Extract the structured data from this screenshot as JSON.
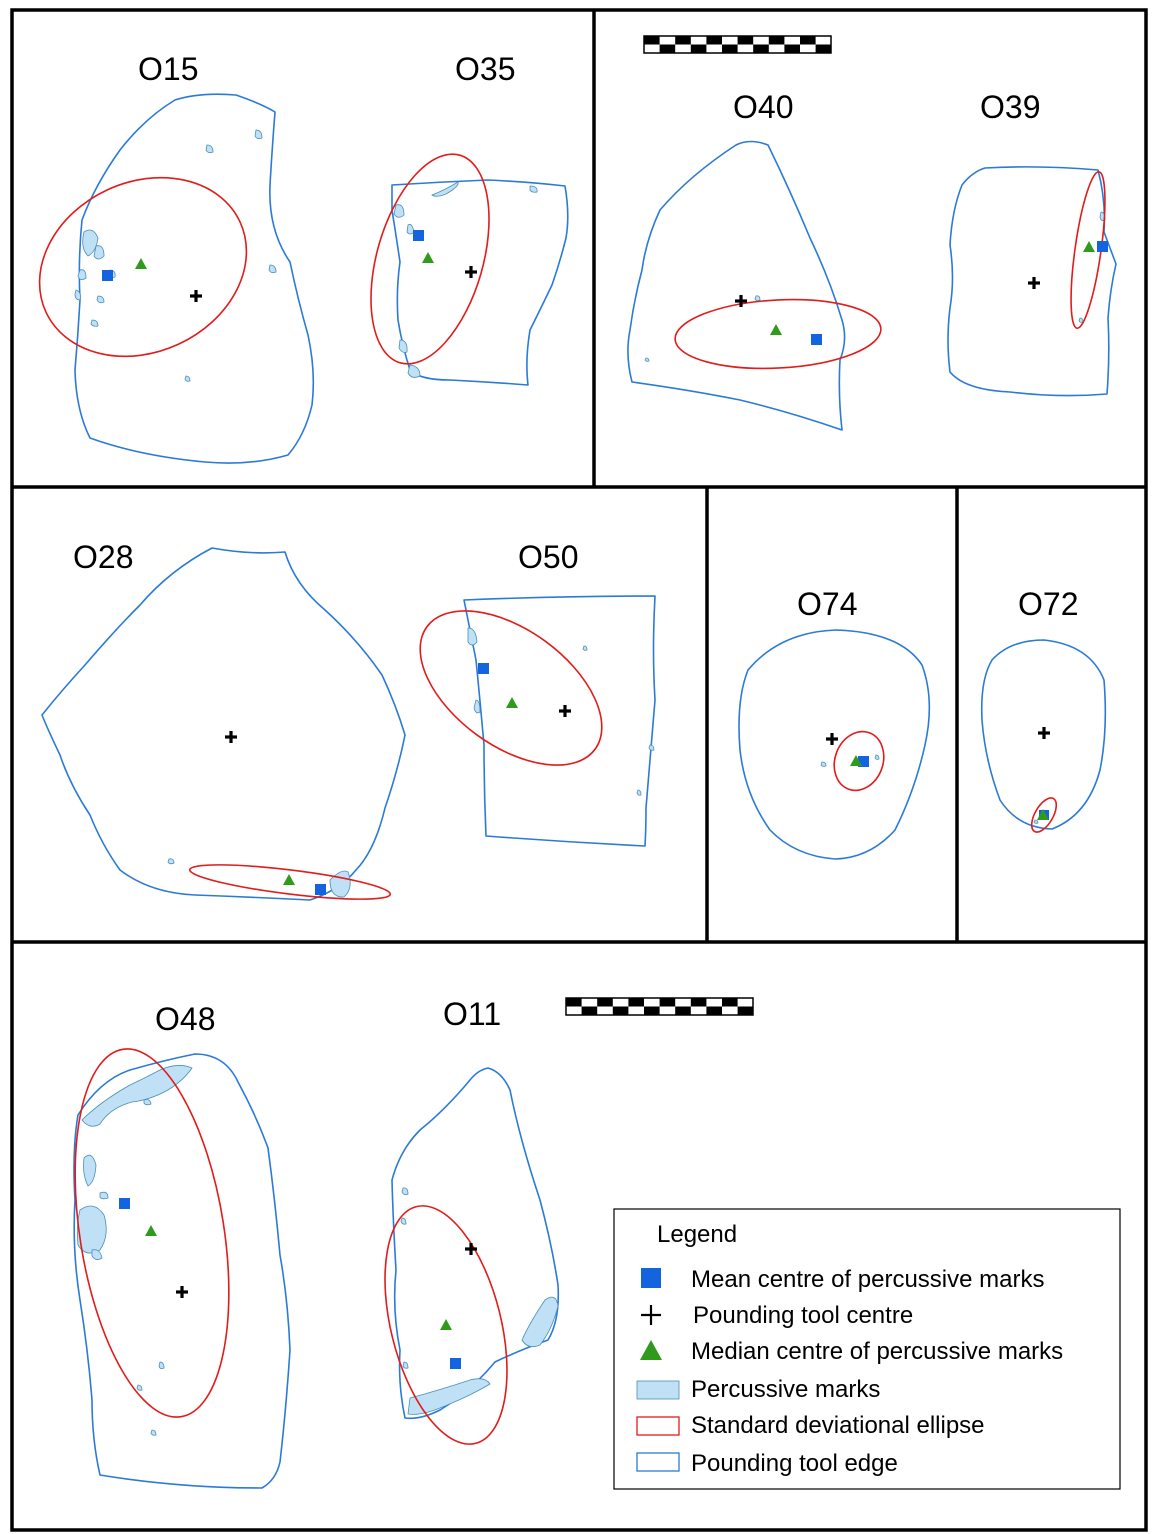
{
  "panels": {
    "top": {
      "labels": [
        "O15",
        "O35",
        "O40",
        "O39"
      ]
    },
    "middle": {
      "labels": [
        "O28",
        "O50",
        "O74",
        "O72"
      ]
    },
    "bottom": {
      "labels": [
        "O48",
        "O11"
      ]
    }
  },
  "legend": {
    "title": "Legend",
    "items": [
      {
        "symbol": "mean-square",
        "label": "Mean centre of percussive marks"
      },
      {
        "symbol": "pounding-cross",
        "label": "Pounding tool centre"
      },
      {
        "symbol": "median-triangle",
        "label": "Median centre of percussive marks"
      },
      {
        "symbol": "percussive-patch",
        "label": "Percussive marks"
      },
      {
        "symbol": "ellipse-box",
        "label": "Standard deviational ellipse"
      },
      {
        "symbol": "tool-edge-box",
        "label": "Pounding tool edge"
      }
    ]
  },
  "colors": {
    "mean_centre": "#1464e0",
    "median_centre": "#2f9a1c",
    "ellipse": "#e21b1b",
    "tool_edge": "#2a7ad8",
    "percussive_marks": "#bfe0f5"
  }
}
